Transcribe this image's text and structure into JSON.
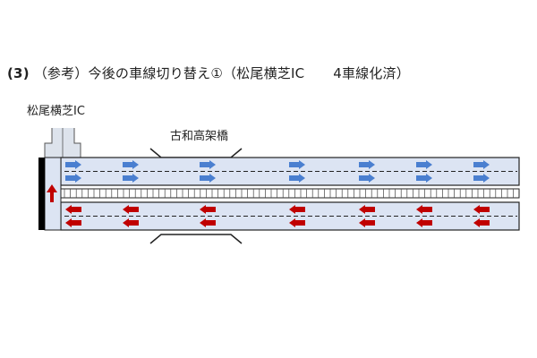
{
  "heading": {
    "number": "(3)",
    "text": "（参考）今後の車線切り替え①（松尾横芝IC",
    "status": "4車線化済）"
  },
  "labels": {
    "interchange": "松尾横芝IC",
    "bridge": "古和高架橋"
  },
  "icons": {
    "eastbound": "arrow-right-icon",
    "westbound": "arrow-left-icon",
    "ramp": "arrow-up-icon"
  },
  "colors": {
    "lane_fill": "#dce4f3",
    "outline": "#000000",
    "eastbound_arrow": "#4a7fd0",
    "westbound_arrow": "#c00000",
    "ramp_arrow": "#c00000",
    "ic_road": "#dde3ec",
    "median": "#ffffff"
  },
  "lanes": {
    "eastbound_count": 2,
    "westbound_count": 2
  }
}
